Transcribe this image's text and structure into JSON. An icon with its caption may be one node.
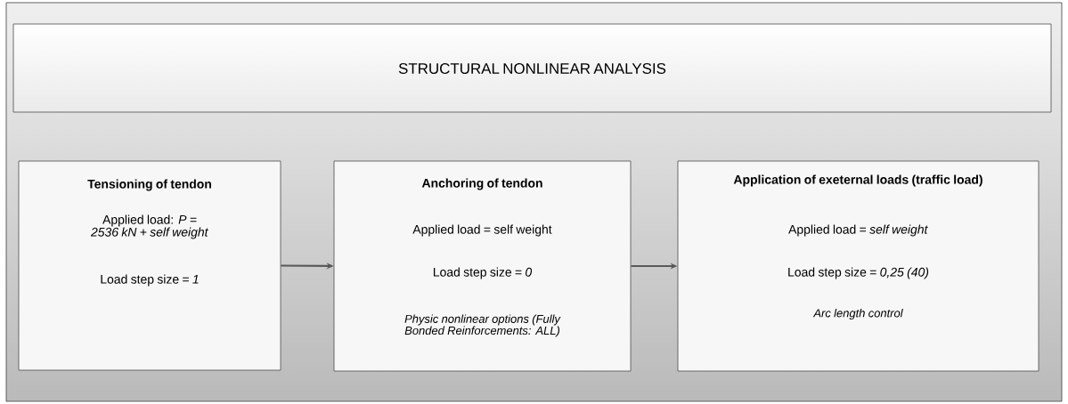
{
  "diagram": {
    "nodes": [
      {
        "text": [
          "STRUCTURAL NONLINEAR ANALYSIS"
        ]
      },
      {
        "text": [
          "Tensioning of tendon",
          "Applied load: *P = 2536 kN + self weight*",
          "Load step size = *1*"
        ]
      },
      {
        "text": [
          "Anchoring of tendon",
          "Applied load = self weight",
          "Load step size = *0*",
          "Physic nonlinear options (Fully Bonded Reinforcements: ALL)"
        ]
      },
      {
        "text": [
          "Application of exeternal loads (traffic load)",
          "Applied load = *self weight*",
          "Load step size = *0,25 (40)*",
          "Arc length control"
        ]
      }
    ],
    "edges": [
      {
        "from": 1,
        "to": 2,
        "arrow": "to"
      },
      {
        "from": 2,
        "to": 3,
        "arrow": "to"
      }
    ]
  }
}
